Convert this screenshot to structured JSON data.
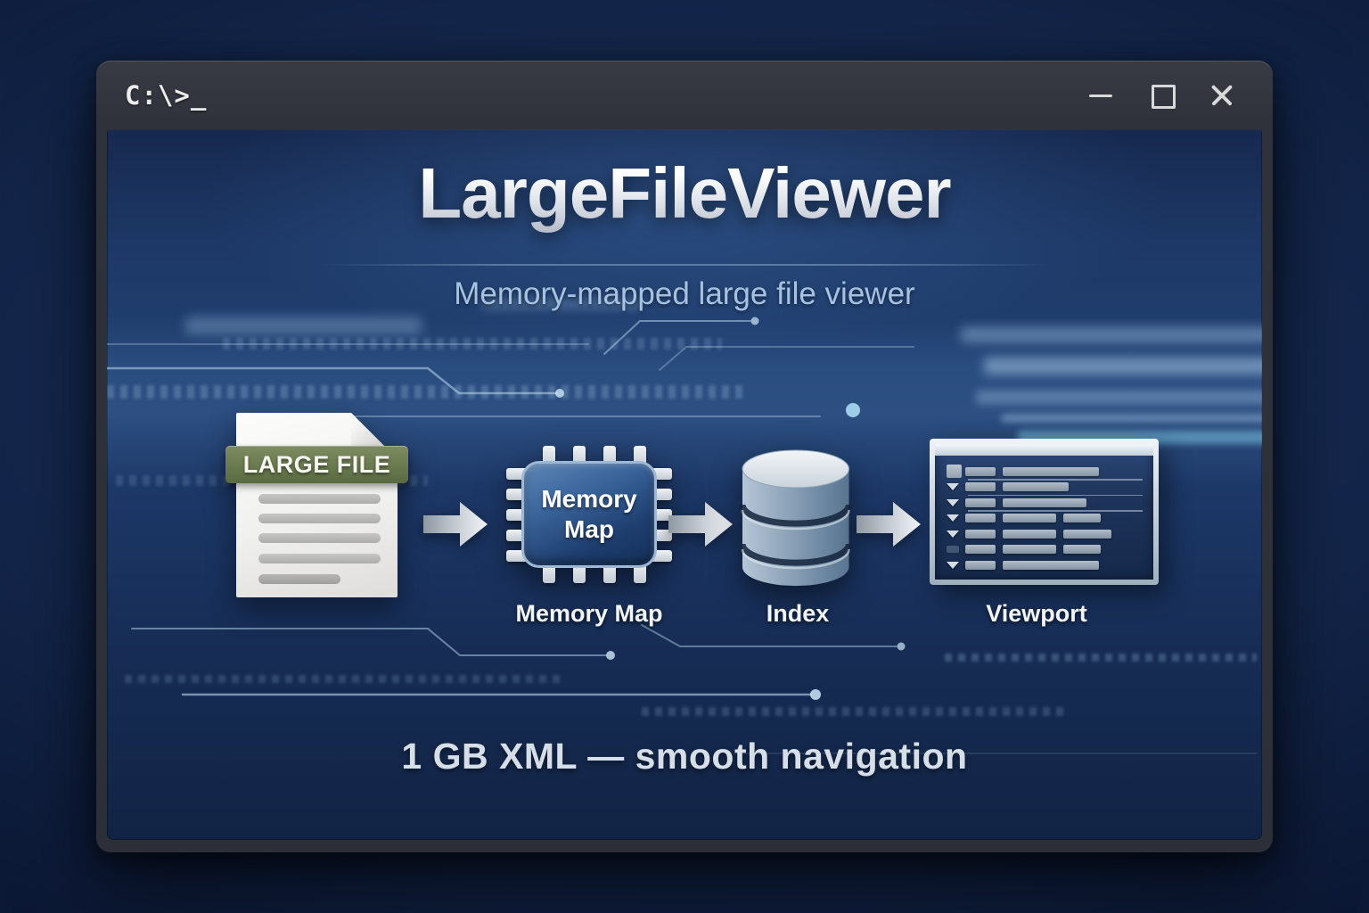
{
  "window": {
    "titlebar": {
      "prompt": "C:\\>_"
    },
    "controls": [
      {
        "name": "minimize"
      },
      {
        "name": "maximize"
      },
      {
        "name": "close"
      }
    ]
  },
  "hero": {
    "title": "LargeFileViewer",
    "subtitle": "Memory-mapped large file viewer",
    "tagline": "1 GB XML — smooth navigation"
  },
  "diagram": {
    "nodes": [
      {
        "id": "large-file",
        "badge": "LARGE FILE"
      },
      {
        "id": "memory-map",
        "chip_line1": "Memory",
        "chip_line2": "Map",
        "label": "Memory Map"
      },
      {
        "id": "index",
        "label": "Index"
      },
      {
        "id": "viewport",
        "label": "Viewport"
      }
    ],
    "viewport_icon": {
      "rows": [
        {
          "marker": "square",
          "bars": [
            34,
            108
          ],
          "rule": true
        },
        {
          "marker": "chevron",
          "bars": [
            34,
            74
          ],
          "rule": true
        },
        {
          "marker": "chevron",
          "bars": [
            34,
            94
          ],
          "rule": true
        },
        {
          "marker": "chevron",
          "bars": [
            34,
            60,
            42
          ]
        },
        {
          "marker": "chevron",
          "bars": [
            34,
            60,
            54
          ]
        },
        {
          "marker": "dim",
          "bars": [
            34,
            60,
            42
          ]
        },
        {
          "marker": "chevron",
          "bars": [
            34,
            108
          ]
        }
      ]
    }
  },
  "colors": {
    "background_navy": "#132549",
    "window_frame": "#2f323a",
    "accent_light_blue": "#a6c2e0",
    "banner_green": "#6a7a4f",
    "chip_blue": "#2d5590",
    "silver": "#d9dee4"
  }
}
